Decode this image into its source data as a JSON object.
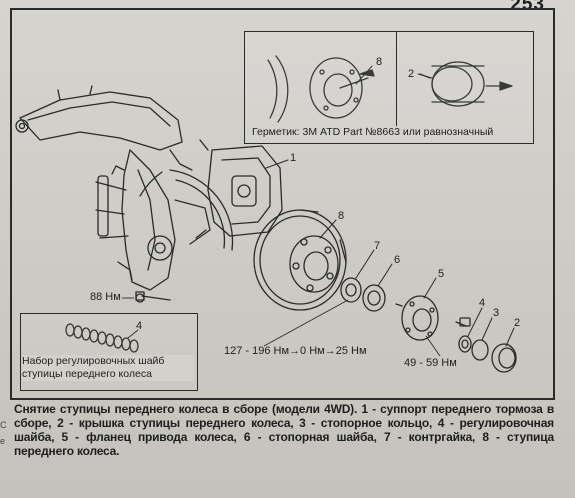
{
  "page_number": "253",
  "inset": {
    "caption": "Герметик: 3М ATD Part №8663 или равнозначный",
    "label_left": "8",
    "label_right": "2"
  },
  "kit": {
    "label": "4",
    "caption_line1": "Набор регулировочных шайб",
    "caption_line2": "ступицы переднего колеса"
  },
  "callouts": {
    "n1": "1",
    "n8": "8",
    "n7": "7",
    "n6": "6",
    "n5": "5",
    "n4": "4",
    "n3": "3",
    "n2": "2"
  },
  "torques": {
    "bolt": "88 Нм",
    "locknut": "127 - 196 Нм→0 Нм→25 Нм",
    "flange": "49 - 59 Нм"
  },
  "caption": "Снятие ступицы переднего колеса в сборе (модели 4WD). 1 - суппорт переднего тормоза в сборе, 2 - крышка ступицы переднего колеса, 3 - стопорное кольцо, 4 - регулировочная шайба, 5 - фланец привода колеса, 6 - стопорная шайба, 7 - контргайка, 8 - ступица переднего колеса.",
  "edge_marks": [
    "C",
    "e"
  ]
}
